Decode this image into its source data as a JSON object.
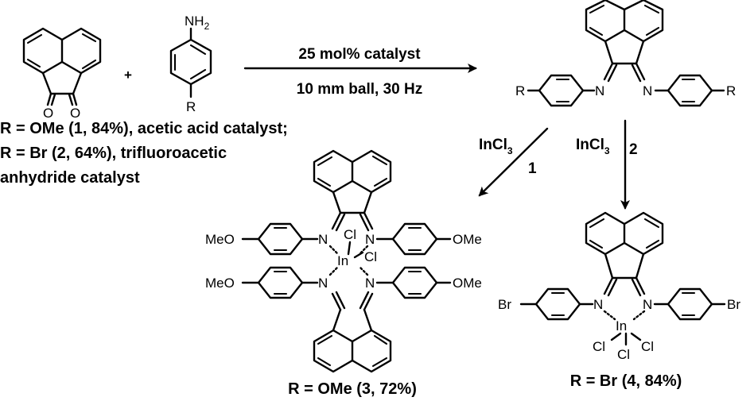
{
  "reagents": {
    "plus": "+",
    "nh2": "NH",
    "nh2_sub": "2",
    "r": "R",
    "o": "O"
  },
  "conditions": {
    "line1": "25 mol% catalyst",
    "line2": "10 mm ball, 30 Hz"
  },
  "catalyst_notes": [
    "R = OMe (1, 84%), acetic acid catalyst;",
    "R = Br (2, 64%), trifluoroacetic",
    "anhydride catalyst"
  ],
  "ligand": {
    "r_left": "R",
    "r_right": "R",
    "n": "N"
  },
  "routes": {
    "route1_reagent": "InCl",
    "route1_sub": "3",
    "route1_num": "1",
    "route2_reagent": "InCl",
    "route2_sub": "3",
    "route2_num": "2"
  },
  "complex3": {
    "meo": "MeO",
    "ome": "OMe",
    "n": "N",
    "in": "In",
    "cl": "Cl",
    "caption": "R = OMe (3, 72%)"
  },
  "complex4": {
    "br": "Br",
    "n": "N",
    "in": "In",
    "cl": "Cl",
    "caption": "R = Br (4, 84%)"
  }
}
